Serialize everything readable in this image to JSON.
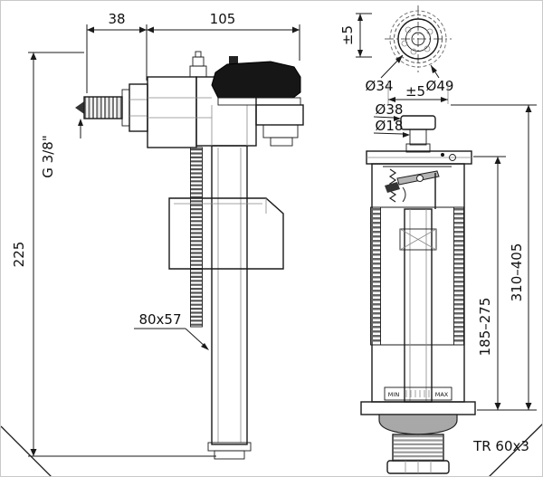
{
  "fill_valve": {
    "dims": {
      "width_38": "38",
      "width_105": "105",
      "height_225": "225",
      "inlet_thread": "G 3/8\"",
      "float_80x57": "80x57"
    }
  },
  "flush_valve": {
    "dims": {
      "travel_pm5": "±5",
      "adjust_pm5": "±5",
      "dia34": "Ø34",
      "dia49": "Ø49",
      "dia38": "Ø38",
      "dia18": "Ø18",
      "range_185_275": "185–275",
      "range_310_405": "310–405",
      "thread_tr": "TR 60x3"
    },
    "scale": {
      "min": "MIN",
      "max": "MAX"
    }
  }
}
